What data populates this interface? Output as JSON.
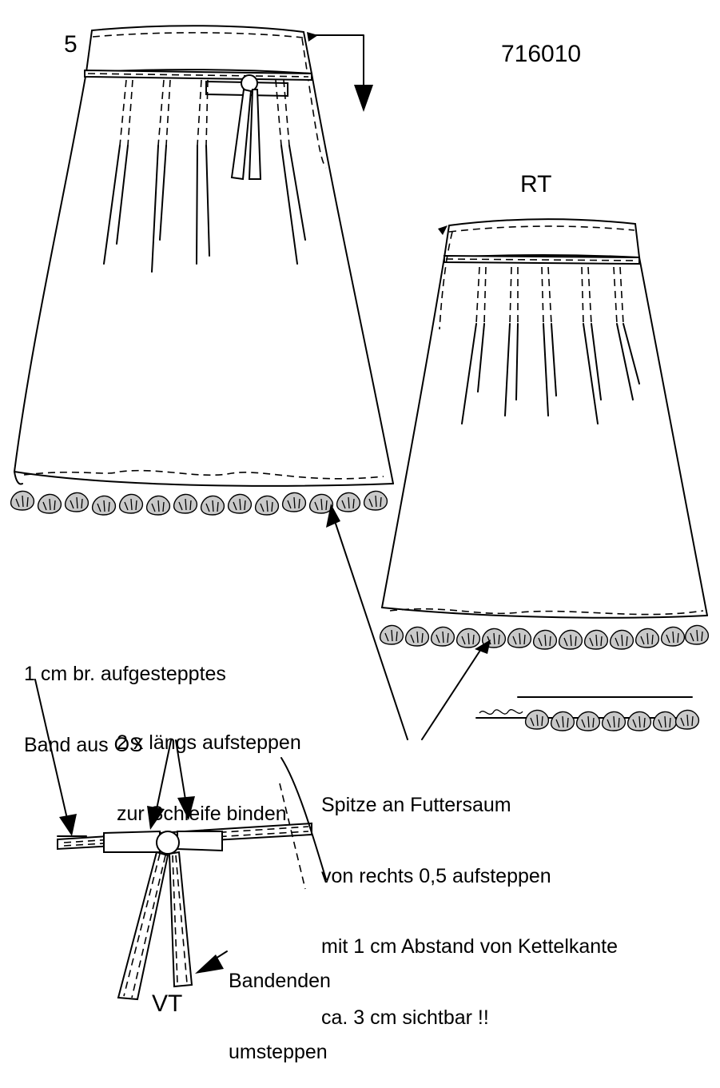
{
  "sheet": {
    "number": "5",
    "article_code": "716010",
    "back_view_label": "RT",
    "front_view_label": "VT"
  },
  "annotations": {
    "band": [
      "1 cm br. aufgestepptes",
      "Band aus OS"
    ],
    "bow": [
      "2 x längs aufsteppen",
      "zur Schleife binden"
    ],
    "lace": [
      "Spitze an Futtersaum",
      "von rechts 0,5 aufsteppen",
      "mit 1 cm Abstand von Kettelkante",
      "ca. 3 cm sichtbar !!"
    ],
    "band_ends": [
      "Bandenden",
      "umsteppen"
    ]
  },
  "colors": {
    "ink": "#000000",
    "lace_fill": "#c9c9c9",
    "paper": "#ffffff"
  }
}
